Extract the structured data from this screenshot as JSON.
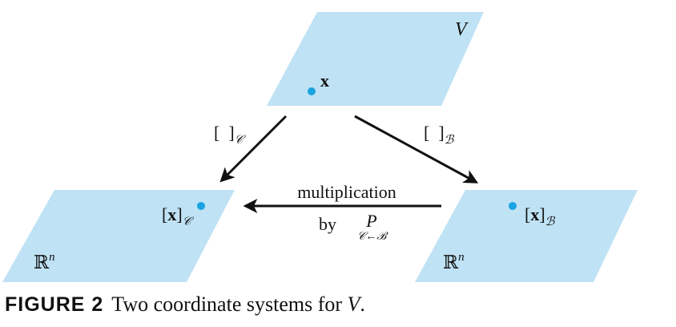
{
  "planes": {
    "top": {
      "label": "V"
    },
    "left": {
      "label_base": "ℝ",
      "label_exp": "n"
    },
    "right": {
      "label_base": "ℝ",
      "label_exp": "n"
    }
  },
  "points": {
    "top": {
      "label": "x"
    },
    "left": {
      "label_open": "[",
      "label_var": "x",
      "label_close": "]",
      "label_sub": "𝒞"
    },
    "right": {
      "label_open": "[",
      "label_var": "x",
      "label_close": "]",
      "label_sub": "ℬ"
    }
  },
  "arrows": {
    "to_left": {
      "label": "[  ]",
      "sub": "𝒞"
    },
    "to_right": {
      "label": "[  ]",
      "sub": "ℬ"
    },
    "horizontal": {
      "line1": "multiplication",
      "by": "by",
      "matrix": "P",
      "matrix_sub": "𝒞←ℬ"
    }
  },
  "caption": {
    "label": "FIGURE 2",
    "text_before": "Two coordinate systems for ",
    "variable": "V",
    "text_after": "."
  },
  "colors": {
    "plane_fill": "#bfe2f5",
    "point": "#1aa3e0",
    "arrow": "#111111"
  }
}
